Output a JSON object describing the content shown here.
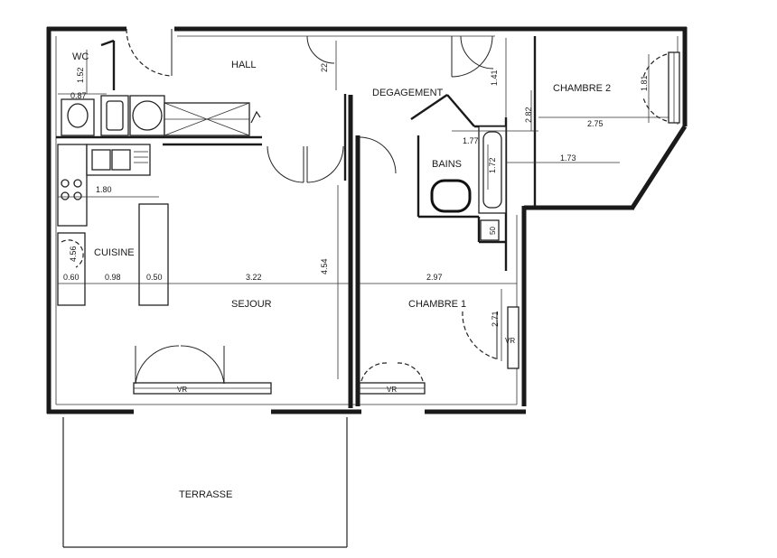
{
  "rooms": {
    "wc": "WC",
    "hall": "HALL",
    "degagement": "DEGAGEMENT",
    "chambre2": "CHAMBRE 2",
    "bains": "BAINS",
    "cuisine": "CUISINE",
    "sejour": "SEJOUR",
    "chambre1": "CHAMBRE 1",
    "terrasse": "TERRASSE"
  },
  "dimensions": {
    "wc_v1": "1.52",
    "wc_h": "0.87",
    "hall_v": "22",
    "deg_v": "1.41",
    "ch2_v": "1.81",
    "ch2_left_v": "2.82",
    "ch2_h": "2.75",
    "bains_top_h": "1.77",
    "bains_v": "1.72",
    "bains_h": "1.73",
    "kitchen_h": "1.80",
    "cuisine_v": "4.56",
    "w060": "0.60",
    "w098": "0.98",
    "w050": "0.50",
    "sejour_h": "3.22",
    "sejour_v": "4.54",
    "ch1_h": "2.97",
    "ch1_v": "2.71",
    "bains_small": "50"
  },
  "marks": {
    "vr_sejour": "VR",
    "vr_chambre1": "VR",
    "vr_side": "VR"
  }
}
